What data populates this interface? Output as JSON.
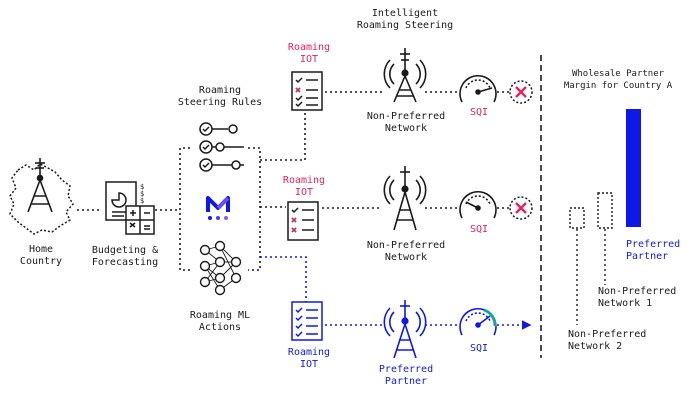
{
  "colors": {
    "ink": "#1a1a1a",
    "accent_red": "#e0245e",
    "accent_blue": "#1018e8",
    "teal": "#16a5a5",
    "logo_purple": "#6b4cf0"
  },
  "labels": {
    "home_country": "Home\nCountry",
    "budgeting": "Budgeting &\nForecasting",
    "steering_rules": "Roaming\nSteering Rules",
    "ml_actions": "Roaming ML\nActions",
    "intelligent_steering": "Intelligent\nRoaming Steering",
    "roaming_iot_1": "Roaming\nIOT",
    "roaming_iot_2": "Roaming\nIOT",
    "roaming_iot_3": "Roaming\nIOT",
    "non_pref_net_1": "Non-Preferred\nNetwork",
    "non_pref_net_2": "Non-Preferred\nNetwork",
    "preferred_partner": "Preferred\nPartner",
    "sqi_1": "SQI",
    "sqi_2": "SQI",
    "sqi_3": "SQI",
    "margin_title": "Wholesale Partner\nMargin for Country A",
    "bar_preferred": "Preferred\nPartner",
    "bar_np1": "Non-Preferred\nNetwork 1",
    "bar_np2": "Non-Preferred\nNetwork 2"
  },
  "icons": [
    "map-tower-icon",
    "calculator-icon",
    "toggle-rules-icon",
    "logo-icon",
    "neural-net-icon",
    "checklist-icon",
    "tower-icon",
    "gauge-icon",
    "blocked-icon"
  ]
}
